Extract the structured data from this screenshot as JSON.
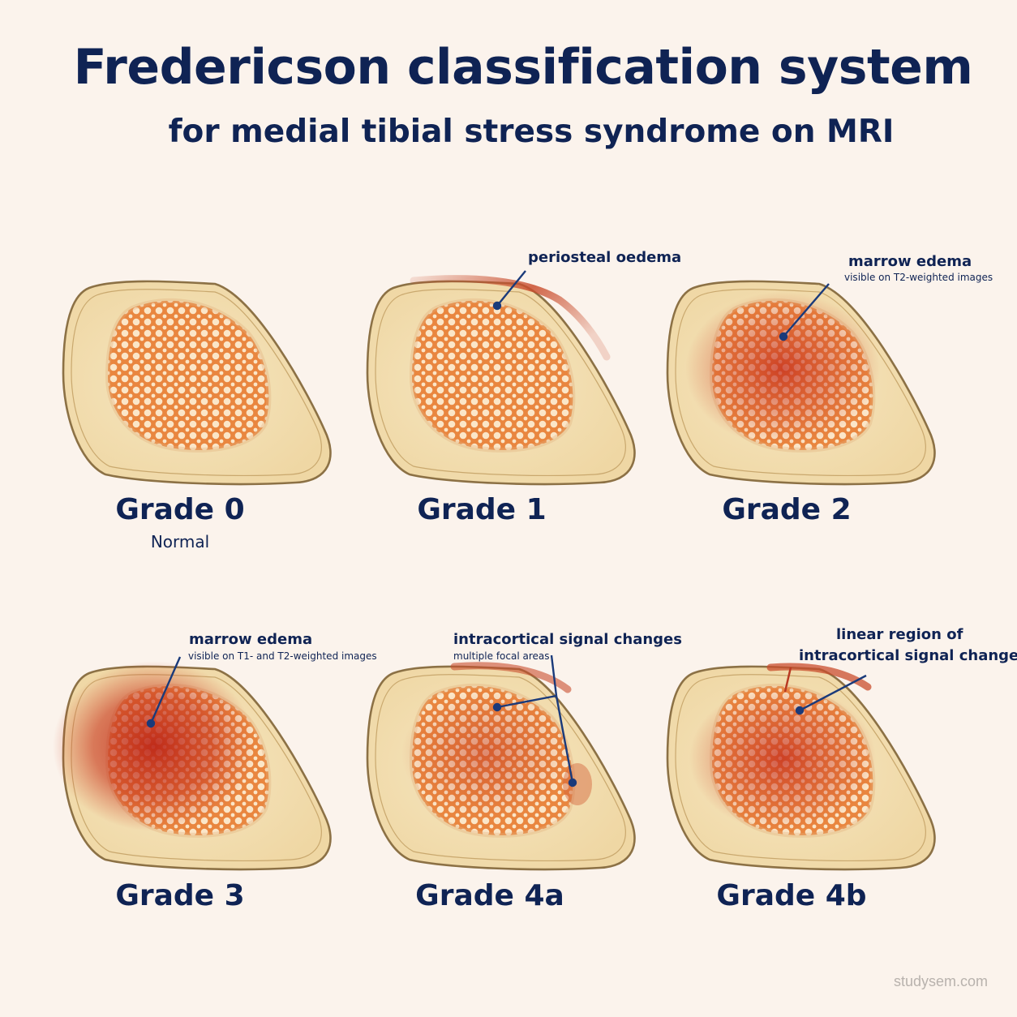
{
  "header": {
    "title": "Fredericson classification system",
    "subtitle": "for medial tibial stress syndrome on MRI"
  },
  "panels": [
    {
      "grade": "Grade 0",
      "sub": "Normal",
      "annotation": "",
      "annotation_sub": ""
    },
    {
      "grade": "Grade 1",
      "sub": "",
      "annotation": "periosteal oedema",
      "annotation_sub": ""
    },
    {
      "grade": "Grade 2",
      "sub": "",
      "annotation": "marrow edema",
      "annotation_sub": "visible on T2-weighted images"
    },
    {
      "grade": "Grade 3",
      "sub": "",
      "annotation": "marrow edema",
      "annotation_sub": "visible on T1- and T2-weighted images"
    },
    {
      "grade": "Grade 4a",
      "sub": "",
      "annotation": "intracortical signal changes",
      "annotation_sub": "multiple focal areas"
    },
    {
      "grade": "Grade 4b",
      "sub": "",
      "annotation_line1": "linear region of",
      "annotation_line2": "intracortical signal change"
    }
  ],
  "watermark": "studysem.com",
  "colors": {
    "background": "#fbf3ec",
    "text": "#0f2354",
    "cortex": "#f2dcae",
    "cortex_outline": "#8c7145",
    "marrow": "#e8914a",
    "edema": "#c93a22",
    "leader": "#1a3a7a"
  },
  "icons": [
    "tibia-cross-section-icon"
  ]
}
